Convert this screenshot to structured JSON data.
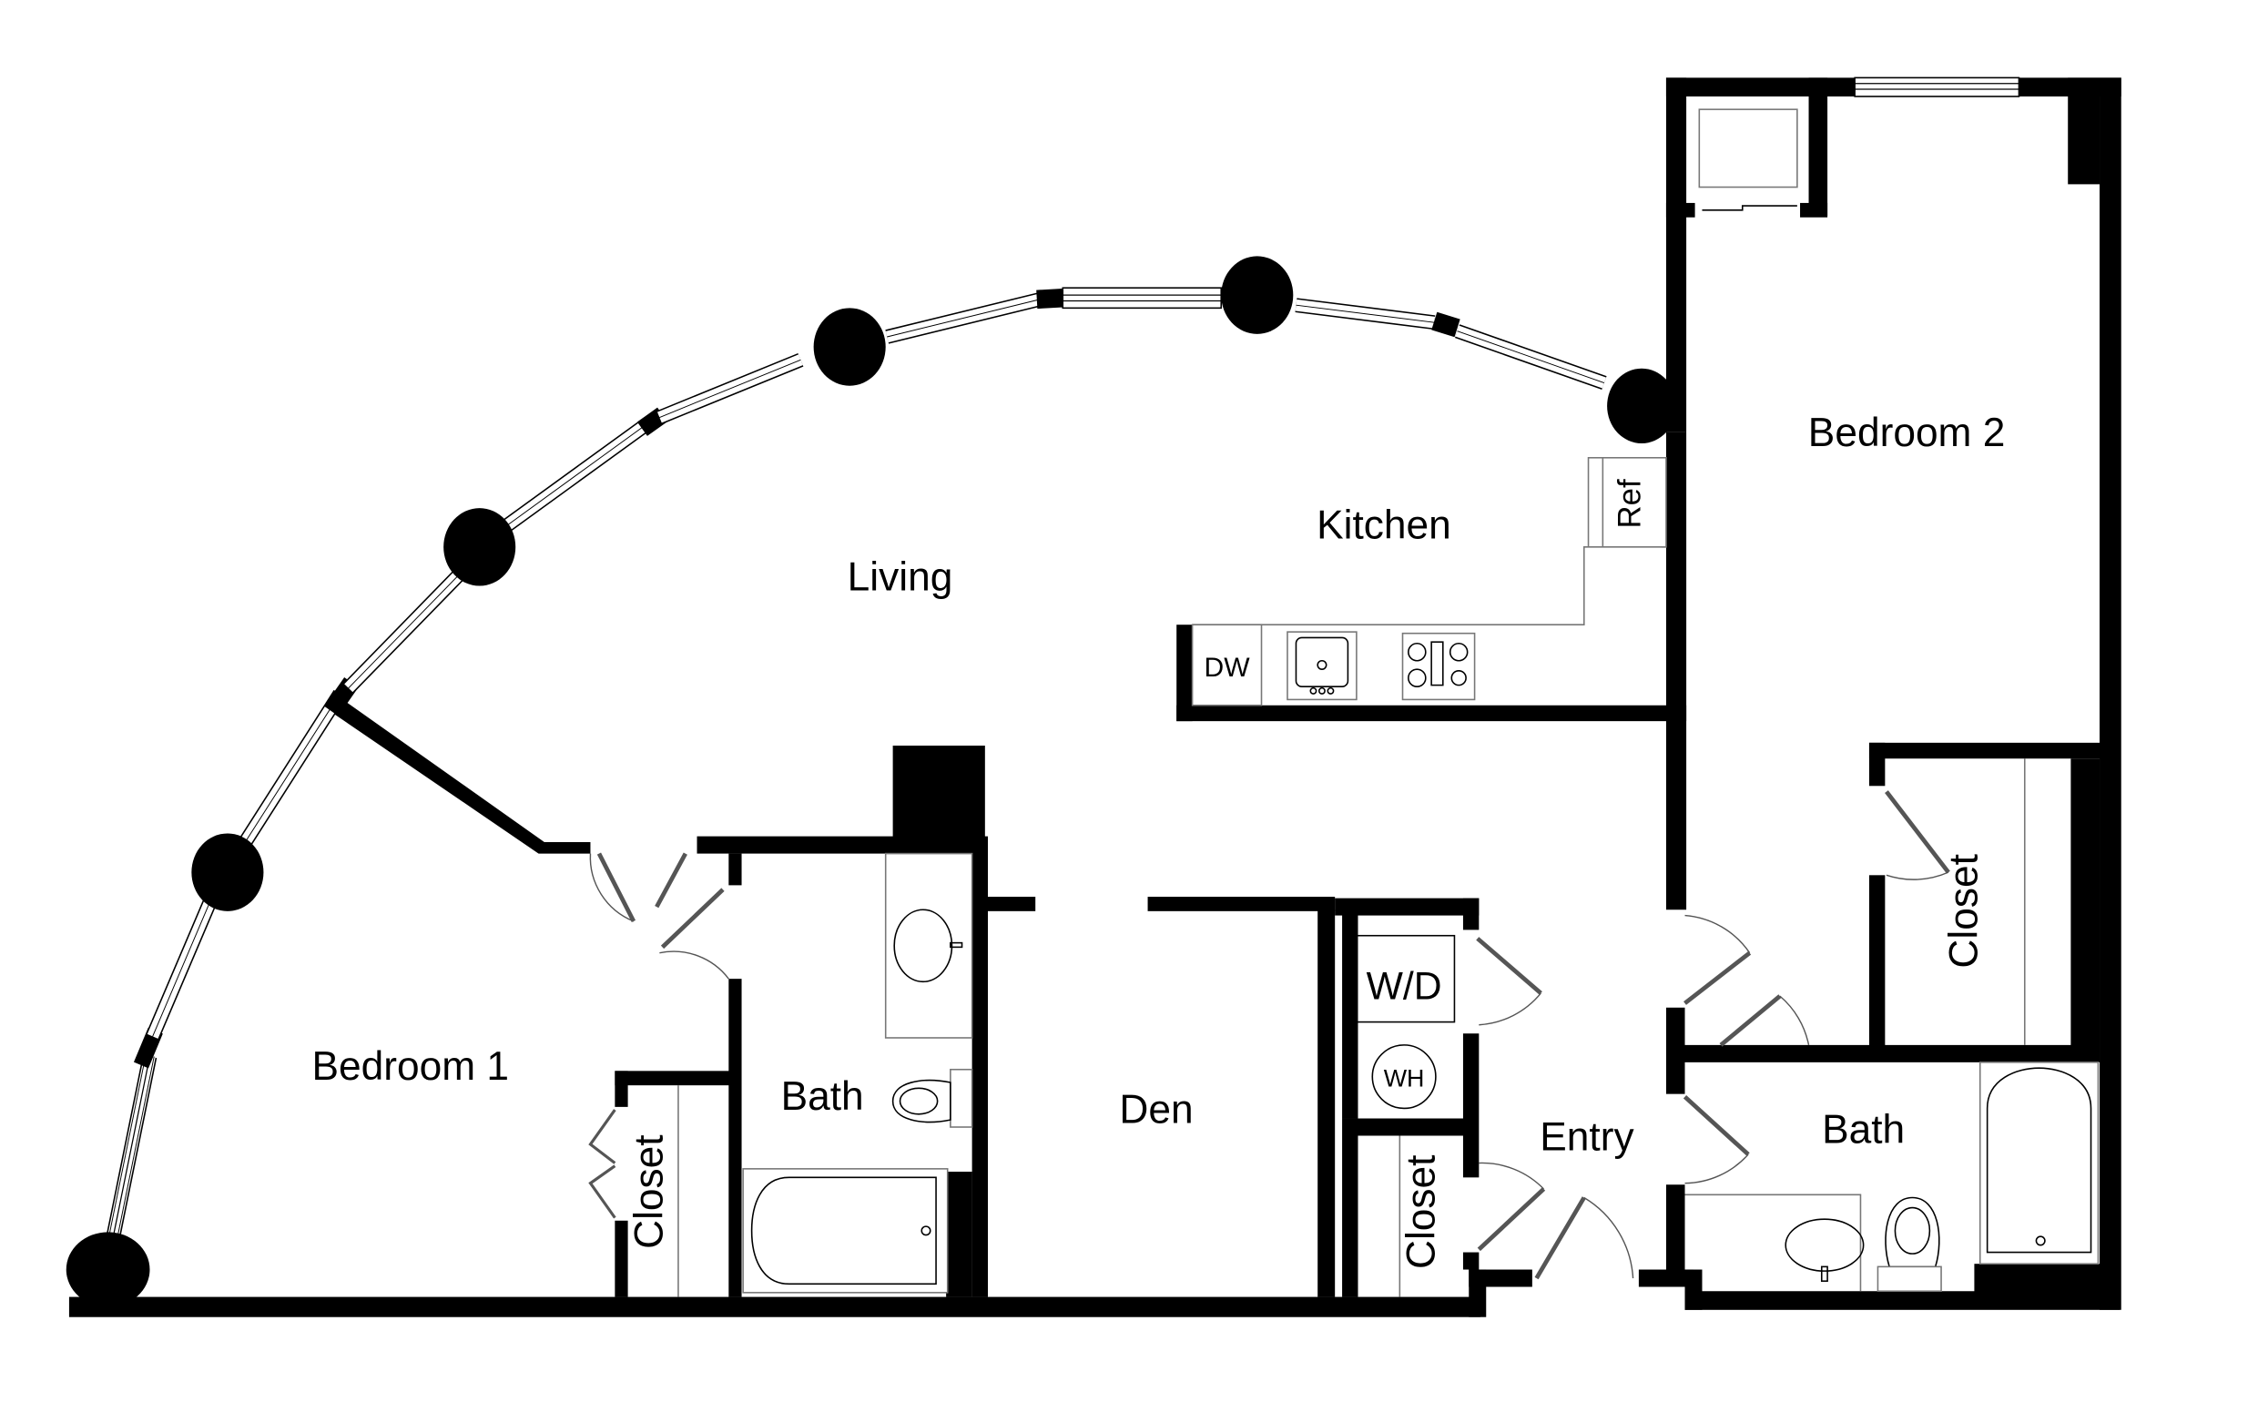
{
  "floorplan": {
    "title": "",
    "colors": {
      "wall": "#000000",
      "background": "#ffffff",
      "fixture_line": "#555555"
    },
    "rooms": [
      {
        "id": "living",
        "label": "Living"
      },
      {
        "id": "kitchen",
        "label": "Kitchen"
      },
      {
        "id": "bedroom1",
        "label": "Bedroom 1"
      },
      {
        "id": "bedroom2",
        "label": "Bedroom 2"
      },
      {
        "id": "bath1",
        "label": "Bath"
      },
      {
        "id": "bath2",
        "label": "Bath"
      },
      {
        "id": "den",
        "label": "Den"
      },
      {
        "id": "entry",
        "label": "Entry"
      },
      {
        "id": "closet_bed1",
        "label": "Closet"
      },
      {
        "id": "closet_bed2",
        "label": "Closet"
      },
      {
        "id": "closet_entry",
        "label": "Closet"
      }
    ],
    "appliances": {
      "refrigerator": "Ref",
      "dishwasher": "DW",
      "washer_dryer": "W/D",
      "water_heater": "WH"
    }
  }
}
